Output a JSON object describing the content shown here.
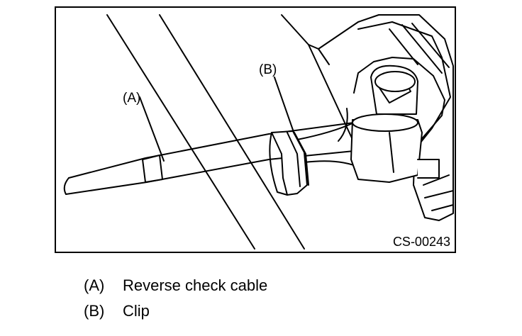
{
  "figure": {
    "callouts": {
      "a": "(A)",
      "b": "(B)"
    },
    "code": "CS-00243"
  },
  "legend": [
    {
      "key": "(A)",
      "text": "Reverse check cable"
    },
    {
      "key": "(B)",
      "text": "Clip"
    }
  ]
}
